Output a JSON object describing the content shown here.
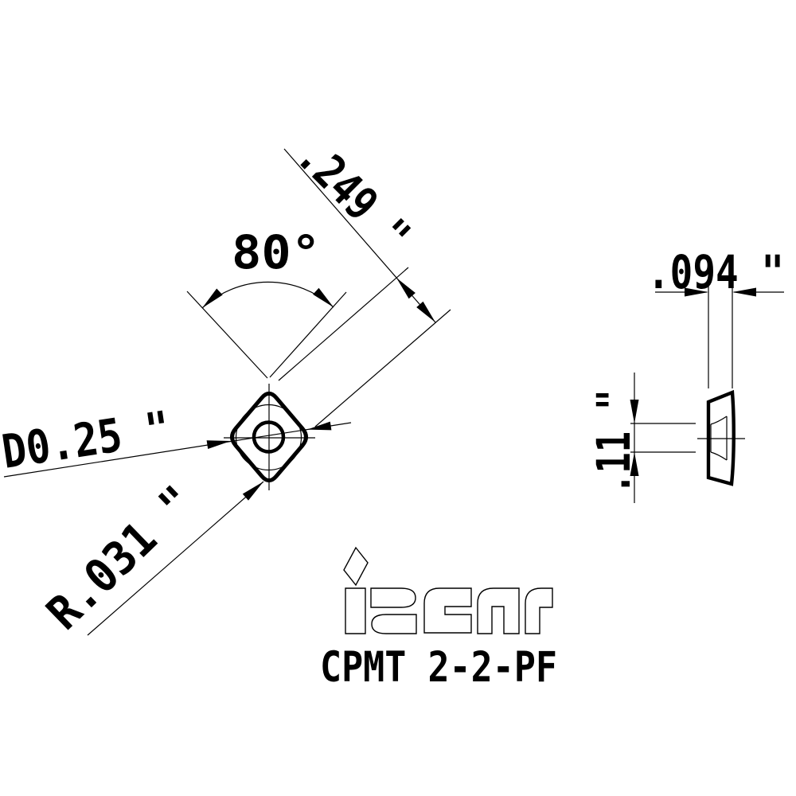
{
  "part": {
    "designation": "CPMT 2-2-PF"
  },
  "brand": {
    "name": "iscar"
  },
  "colors": {
    "background": "#ffffff",
    "ink": "#000000"
  },
  "dimensions": {
    "corner_angle": "80°",
    "edge_length": ".249 \"",
    "inscribed_diameter": "D0.25 \"",
    "corner_radius": "R.031 \"",
    "thickness": ".094 \"",
    "land_height": ".11 \""
  }
}
